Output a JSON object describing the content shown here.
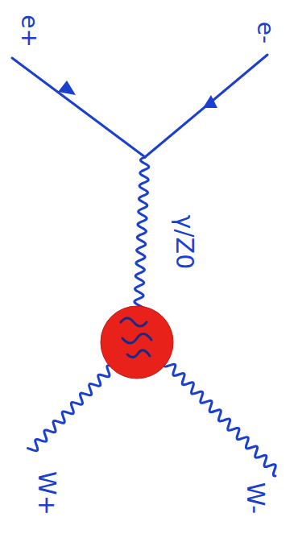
{
  "diagram": {
    "labels": [
      "e+",
      "e-",
      "γ/Z0",
      "W+",
      "W-"
    ]
  }
}
